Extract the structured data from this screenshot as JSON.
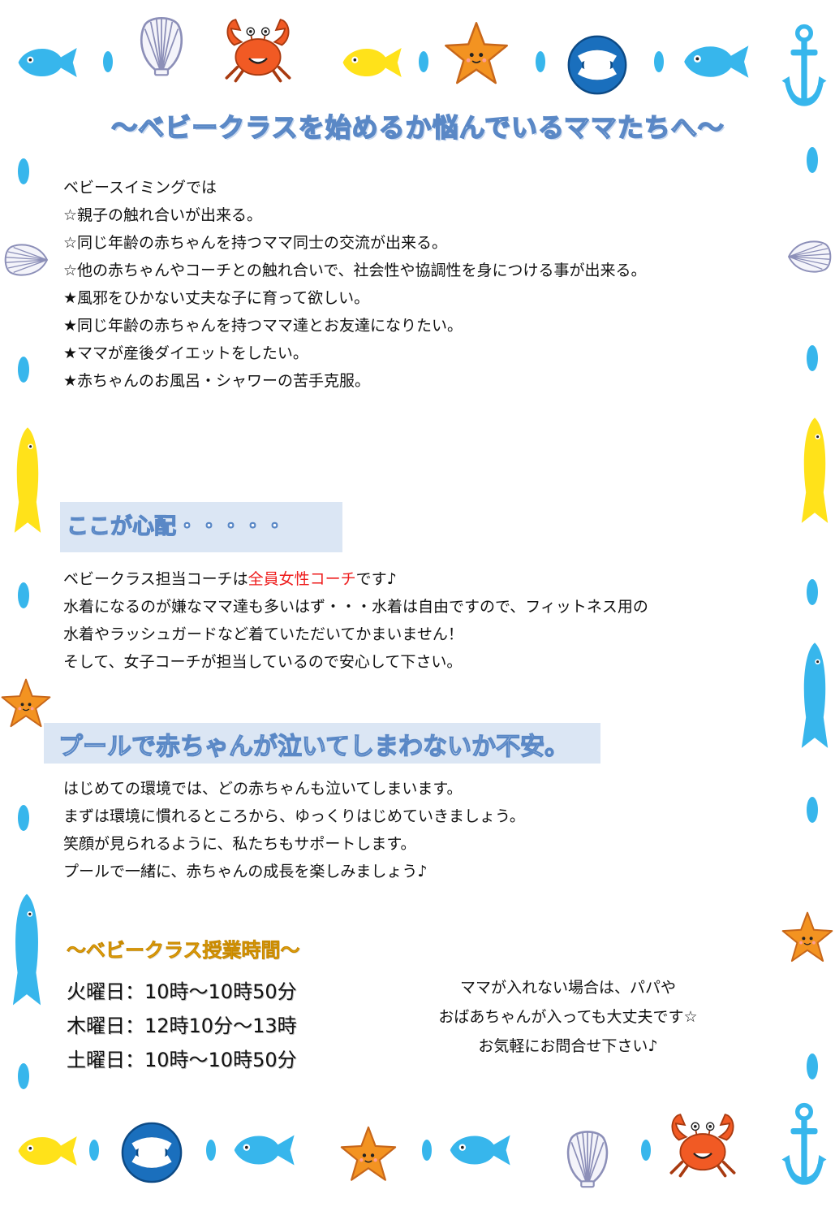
{
  "title": "～ベビークラスを始めるか悩んでいるママたちへ～",
  "intro": {
    "lines": [
      "ベビースイミングでは",
      "☆親子の触れ合いが出来る。",
      "☆同じ年齢の赤ちゃんを持つママ同士の交流が出来る。",
      "☆他の赤ちゃんやコーチとの触れ合いで、社会性や協調性を身につける事が出来る。",
      "★風邪をひかない丈夫な子に育って欲しい。",
      "★同じ年齢の赤ちゃんを持つママ達とお友達になりたい。",
      "★ママが産後ダイエットをしたい。",
      "★赤ちゃんのお風呂・シャワーの苦手克服。"
    ]
  },
  "section1": {
    "heading": "ここが心配・・・・・",
    "line1_before": "ベビークラス担当コーチは",
    "line1_highlight": "全員女性コーチ",
    "line1_after": "です♪",
    "lines": [
      "水着になるのが嫌なママ達も多いはず・・・水着は自由ですので、フィットネス用の",
      "水着やラッシュガードなど着ていただいてかまいません！",
      "そして、女子コーチが担当しているので安心して下さい。"
    ]
  },
  "section2": {
    "heading": "プールで赤ちゃんが泣いてしまわないか不安。",
    "lines": [
      "はじめての環境では、どの赤ちゃんも泣いてしまいます。",
      "まずは環境に慣れるところから、ゆっくりはじめていきましょう。",
      "笑顔が見られるように、私たちもサポートします。",
      "プールで一緒に、赤ちゃんの成長を楽しみましょう♪"
    ]
  },
  "schedule": {
    "title": "～ベビークラス授業時間～",
    "rows": [
      "火曜日：10時～10時50分",
      "木曜日：12時10分～13時",
      "土曜日：10時～10時50分"
    ]
  },
  "note": {
    "lines": [
      "ママが入れない場合は、パパや",
      "おばあちゃんが入っても大丈夫です☆",
      "お気軽にお問合せ下さい♪"
    ]
  },
  "colors": {
    "fish_blue": "#37b6ec",
    "fish_yellow": "#ffe21a",
    "starfish": "#f39321",
    "crab": "#f15a24",
    "ring": "#1a6fbd",
    "shell": "#8c8fb8",
    "heading_bg": "#dbe6f4",
    "heading_text": "#5a88c6",
    "highlight_red": "#ee1c1c",
    "schedule_title": "#f7b21a"
  }
}
